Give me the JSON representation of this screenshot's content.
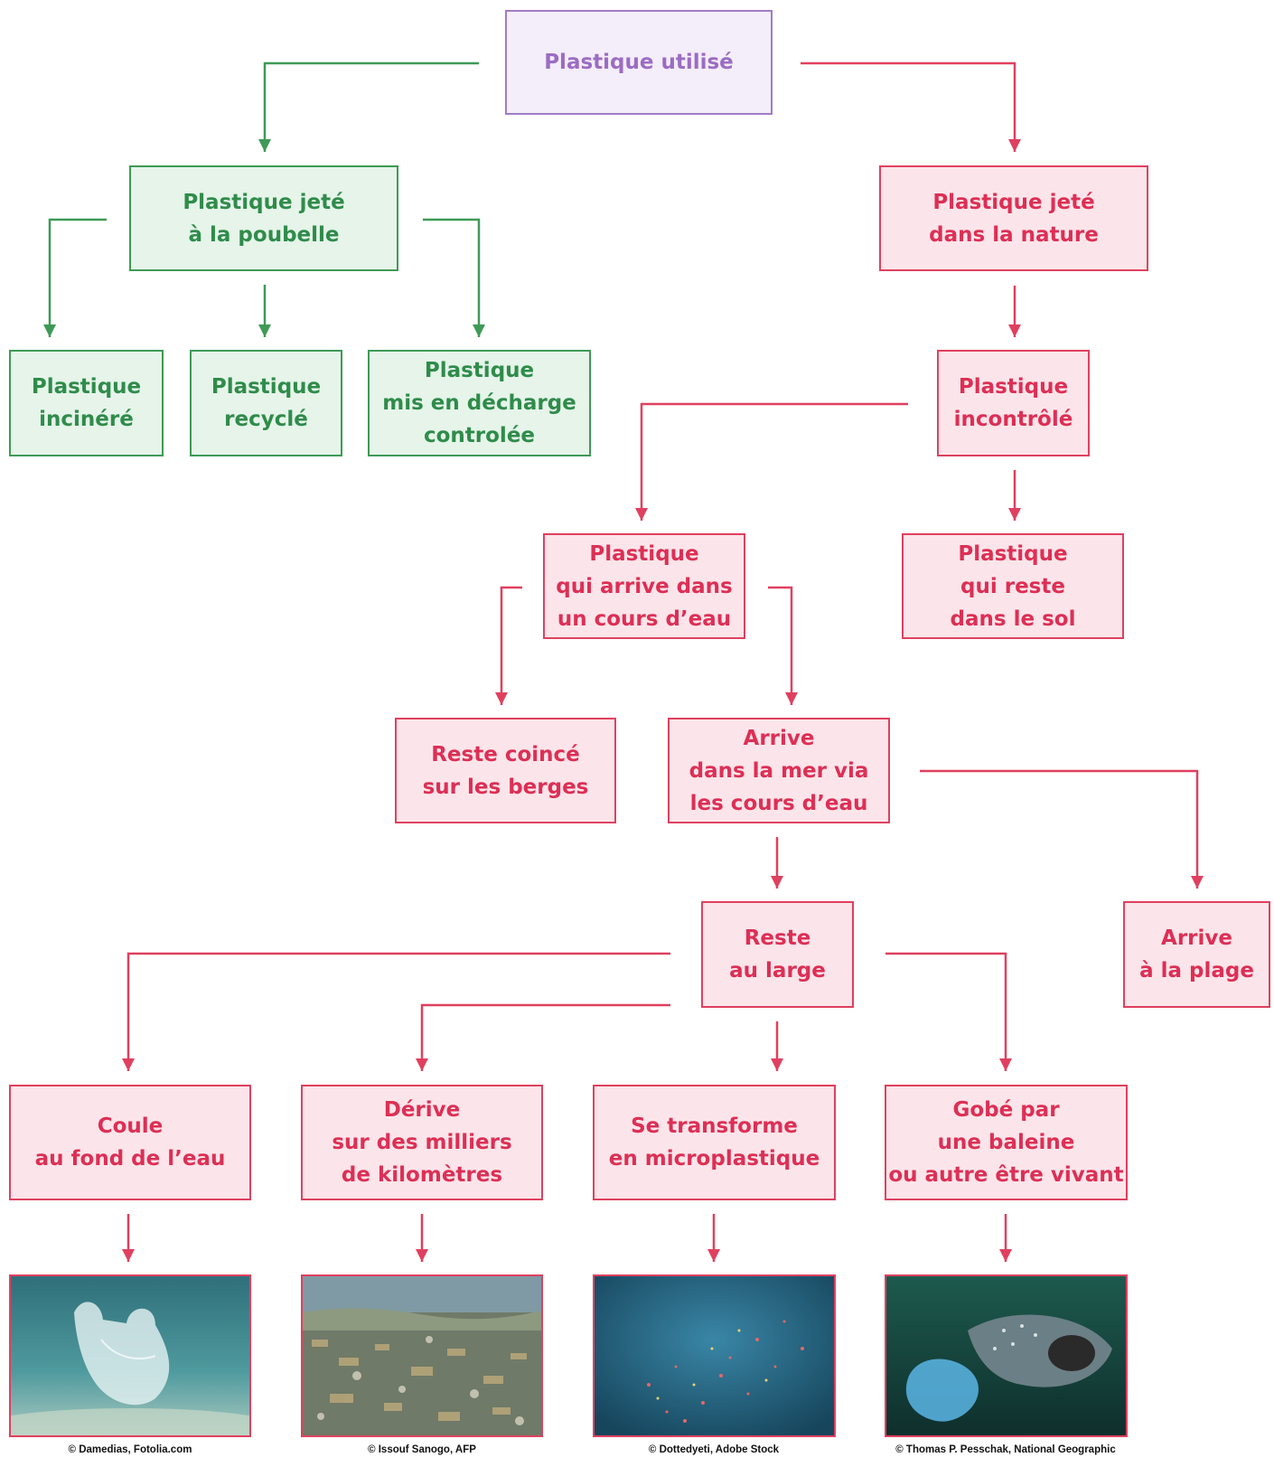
{
  "colors": {
    "purple": "#a07cc8",
    "green": "#3e9a56",
    "red": "#e0405f"
  },
  "nodes": {
    "root": [
      "Plastique utilisé"
    ],
    "poubelle": [
      "Plastique jeté",
      "à la poubelle"
    ],
    "nature": [
      "Plastique jeté",
      "dans la nature"
    ],
    "incinere": [
      "Plastique",
      "incinéré"
    ],
    "recycle": [
      "Plastique",
      "recyclé"
    ],
    "decharge": [
      "Plastique",
      "mis en décharge",
      "controlée"
    ],
    "incontrole": [
      "Plastique",
      "incontrôlé"
    ],
    "cours_eau": [
      "Plastique",
      "qui arrive dans",
      "un cours d’eau"
    ],
    "sol": [
      "Plastique",
      "qui reste",
      "dans le sol"
    ],
    "berges": [
      "Reste coincé",
      "sur les berges"
    ],
    "mer": [
      "Arrive",
      "dans la mer via",
      "les cours d’eau"
    ],
    "large": [
      "Reste",
      "au large"
    ],
    "plage": [
      "Arrive",
      "à la plage"
    ],
    "coule": [
      "Coule",
      "au fond de l’eau"
    ],
    "derive": [
      "Dérive",
      "sur des milliers",
      "de kilomètres"
    ],
    "micro": [
      "Se transforme",
      "en microplastique"
    ],
    "gobe": [
      "Gobé par",
      "une baleine",
      "ou autre être vivant"
    ]
  },
  "photos": [
    {
      "subject": "plastic-bag-underwater",
      "credit": "© Damedias, Fotolia.com"
    },
    {
      "subject": "floating-plastic-waste",
      "credit": "© Issouf Sanogo, AFP"
    },
    {
      "subject": "microplastics-in-water",
      "credit": "© Dottedyeti, Adobe Stock"
    },
    {
      "subject": "whale-shark-with-bag",
      "credit": "© Thomas P. Pesschak, National Geographic"
    }
  ]
}
